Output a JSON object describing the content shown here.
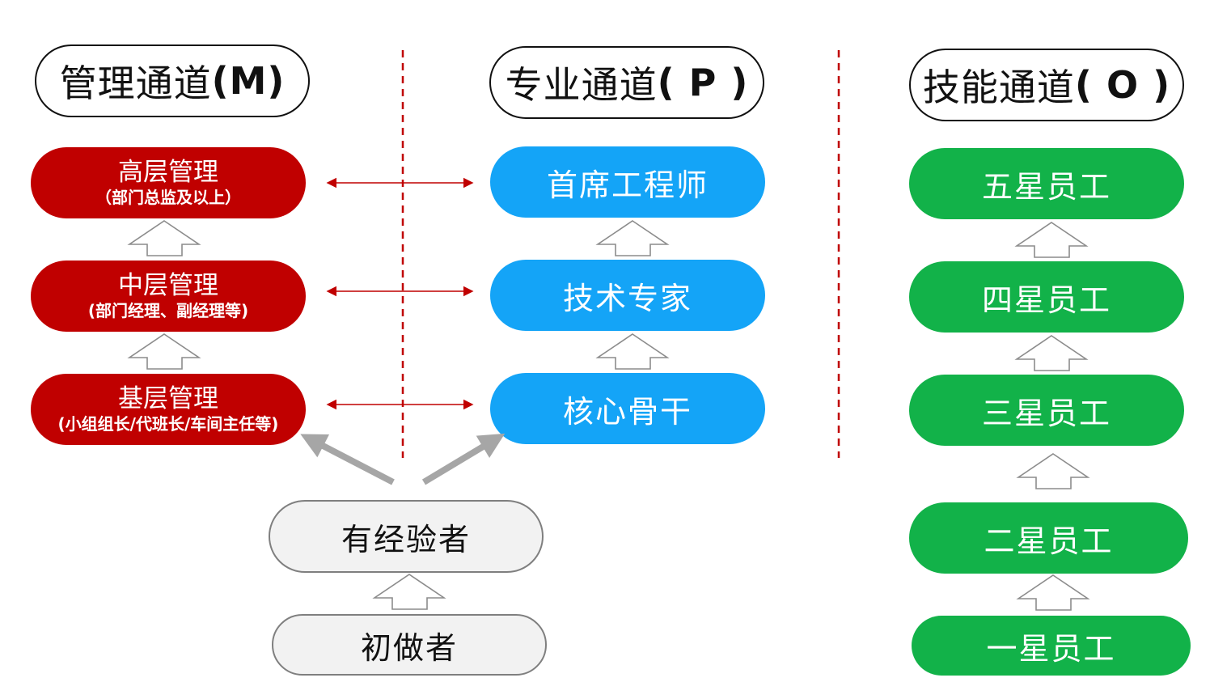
{
  "headers": {
    "m": {
      "text": "管理通道",
      "code": "(M)"
    },
    "p": {
      "text": "专业通道",
      "code": "( P )"
    },
    "o": {
      "text": "技能通道",
      "code": "( O )"
    }
  },
  "management": [
    {
      "main": "高层管理",
      "sub": "（部门总监及以上）"
    },
    {
      "main": "中层管理",
      "sub": "(部门经理、副经理等)"
    },
    {
      "main": "基层管理",
      "sub": "(小组组长/代班长/车间主任等)"
    }
  ],
  "professional": [
    "首席工程师",
    "技术专家",
    "核心骨干"
  ],
  "skill": [
    "五星员工",
    "四星员工",
    "三星员工",
    "二星员工",
    "一星员工"
  ],
  "entry": {
    "experienced": "有经验者",
    "beginner": "初做者"
  },
  "colors": {
    "management": "#c00000",
    "professional": "#14a4f7",
    "skill": "#12b249",
    "entry": "#f2f2f2",
    "divider": "#c00000"
  }
}
